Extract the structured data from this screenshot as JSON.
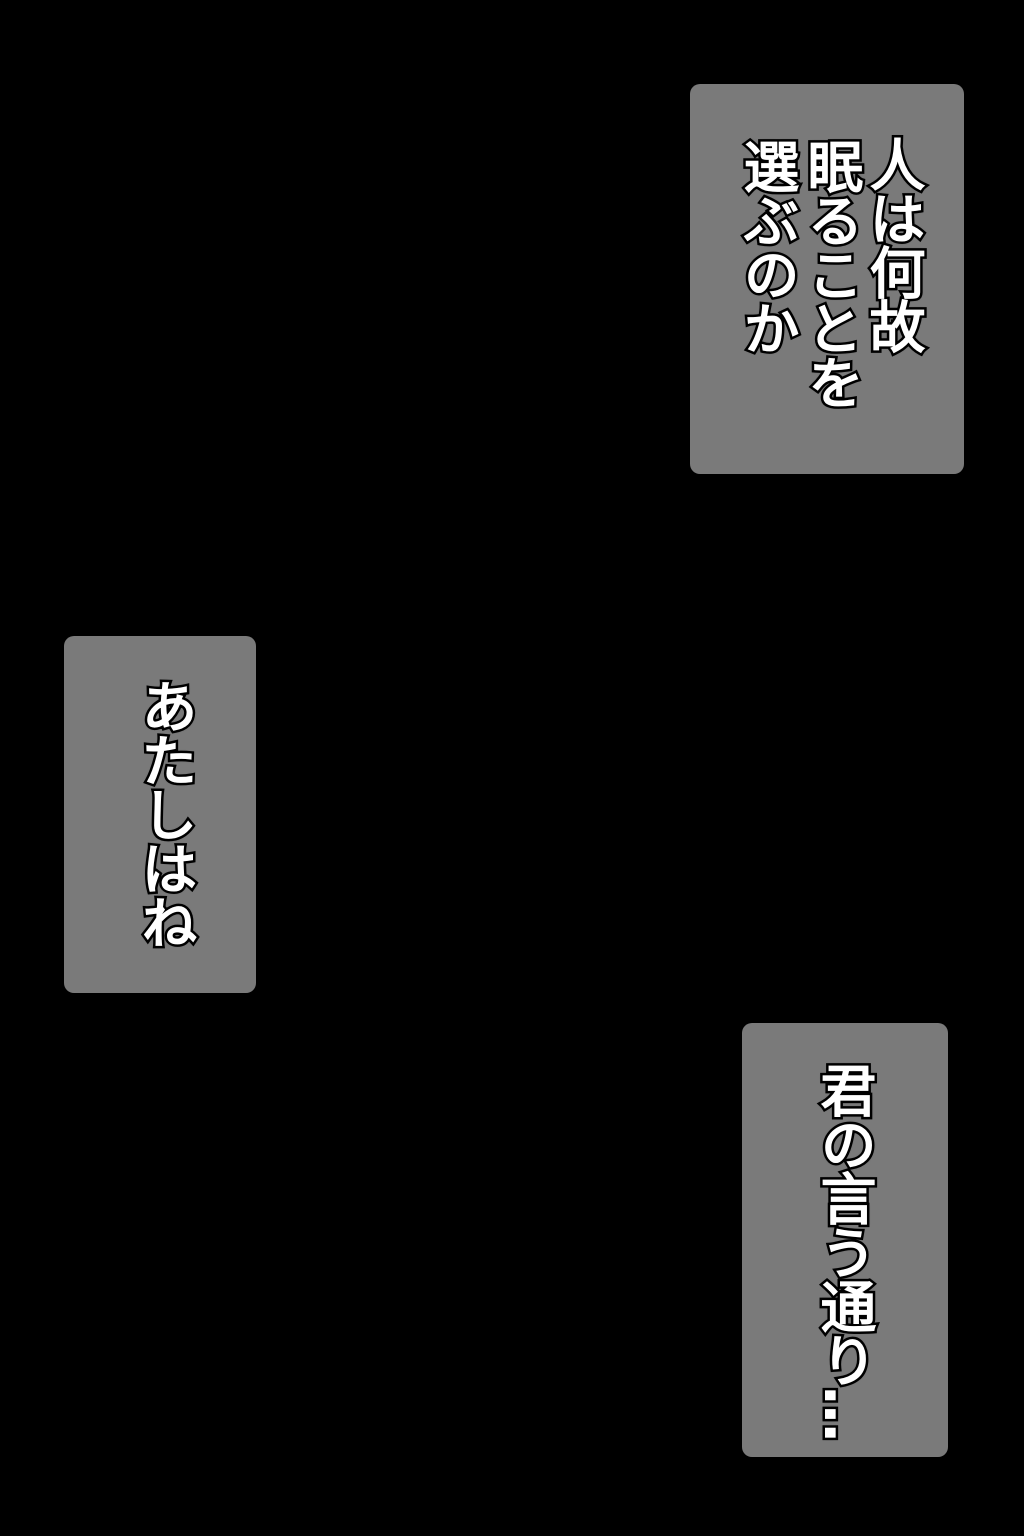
{
  "captions": [
    {
      "columns": [
        "人は何故",
        "眠ることを",
        "選ぶのか"
      ]
    },
    {
      "columns": [
        "あたしはね"
      ]
    },
    {
      "columns": [
        "君の言う通り…"
      ]
    }
  ],
  "colors": {
    "background": "#000000",
    "box": "#7a7a7a",
    "text": "#ffffff",
    "text_outline": "#000000"
  }
}
